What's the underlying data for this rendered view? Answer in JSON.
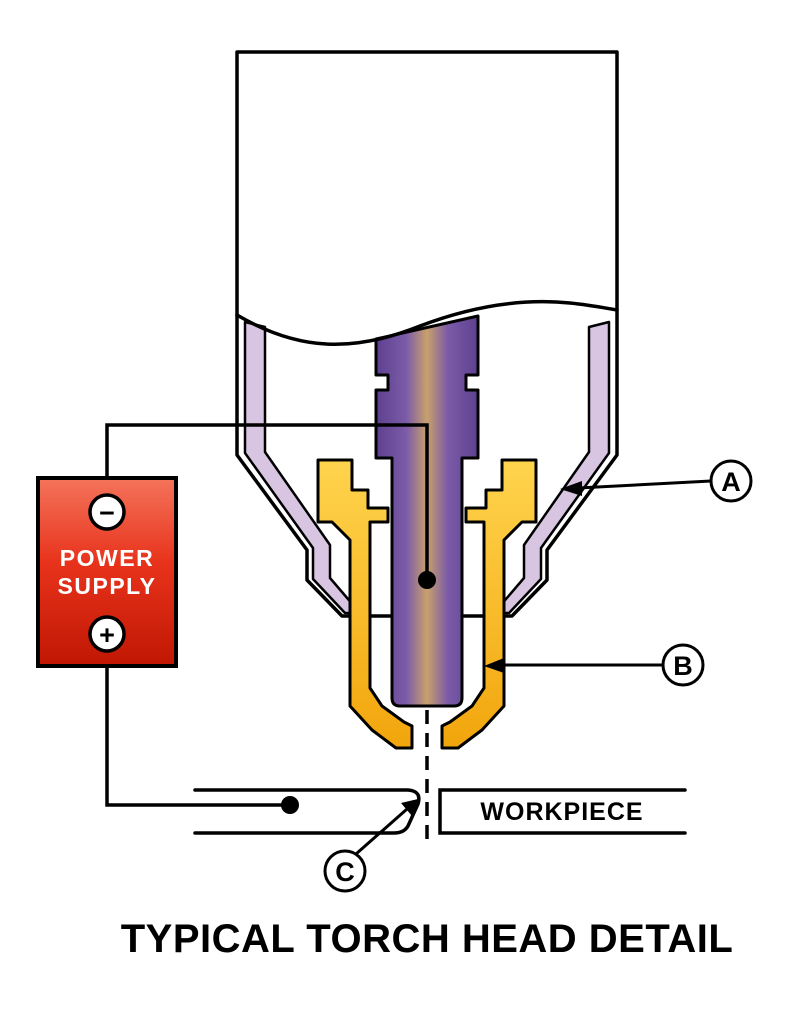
{
  "title": "TYPICAL TORCH HEAD DETAIL",
  "power_supply": {
    "line1": "POWER",
    "line2": "SUPPLY",
    "minus": "−",
    "plus": "+"
  },
  "workpiece": {
    "label": "WORKPIECE"
  },
  "callouts": {
    "a": "A",
    "b": "B",
    "c": "C"
  },
  "colors": {
    "outline_black": "#000000",
    "body_white": "#ffffff",
    "shield_lavender": "#d8c5e2",
    "nozzle_gold_light": "#ffd44d",
    "nozzle_gold_dark": "#f2a50c",
    "electrode_purple": "#5e4090",
    "electrode_center_tan": "#c9a06b",
    "power_supply_red_top": "#f4745b",
    "power_supply_red_mid": "#e8331c",
    "power_supply_red_bottom": "#c01703"
  }
}
